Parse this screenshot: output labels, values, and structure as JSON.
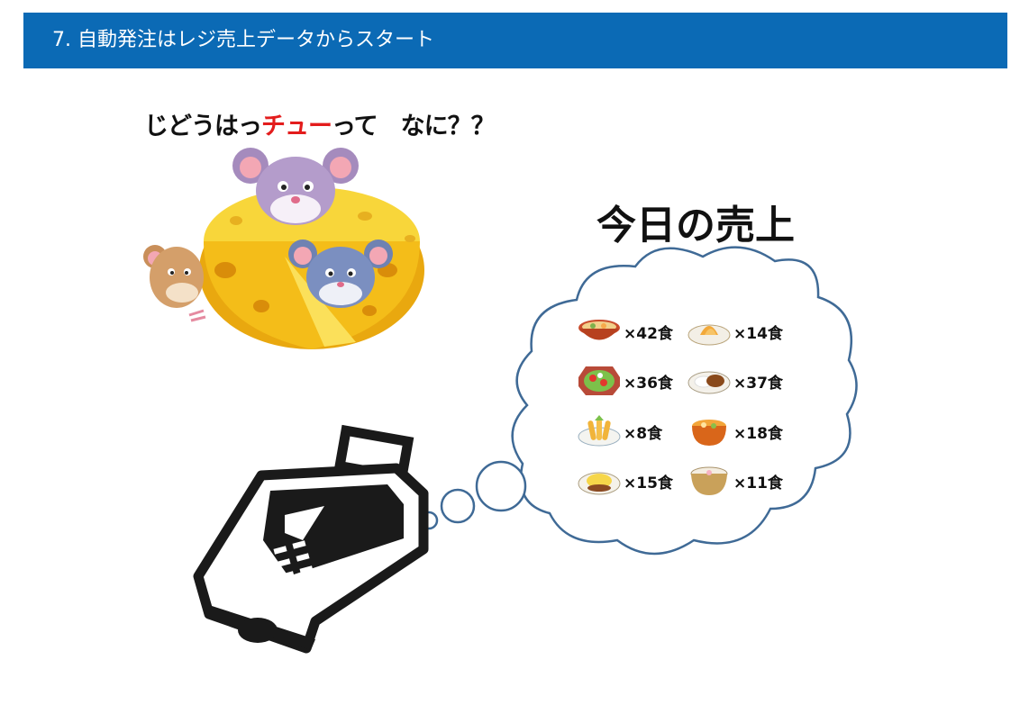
{
  "header": {
    "title": "7. 自動発注はレジ売上データからスタート",
    "background": "#0b6ab5"
  },
  "caption": {
    "part1": "じどうはっ",
    "highlight": "チュー",
    "part2": "って　なに？？",
    "highlight_color": "#e31c1c"
  },
  "sales": {
    "title": "今日の売上",
    "items": [
      {
        "icon": "ramen-bowl-icon",
        "count": "×42食"
      },
      {
        "icon": "tempura-plate-icon",
        "count": "×14食"
      },
      {
        "icon": "salad-plate-icon",
        "count": "×36食"
      },
      {
        "icon": "curry-plate-icon",
        "count": "×37食"
      },
      {
        "icon": "fried-shrimp-plate-icon",
        "count": "×8食"
      },
      {
        "icon": "soup-pot-icon",
        "count": "×18食"
      },
      {
        "icon": "omelet-rice-plate-icon",
        "count": "×15食"
      },
      {
        "icon": "noodle-bowl-icon",
        "count": "×11食"
      }
    ]
  },
  "illustrations": [
    "mice-cheese-illustration",
    "cash-register-illustration",
    "thought-cloud"
  ],
  "colors": {
    "cloud_outline": "#3f6a96",
    "cheese": "#f6c21c",
    "register": "#1a1a1a"
  }
}
